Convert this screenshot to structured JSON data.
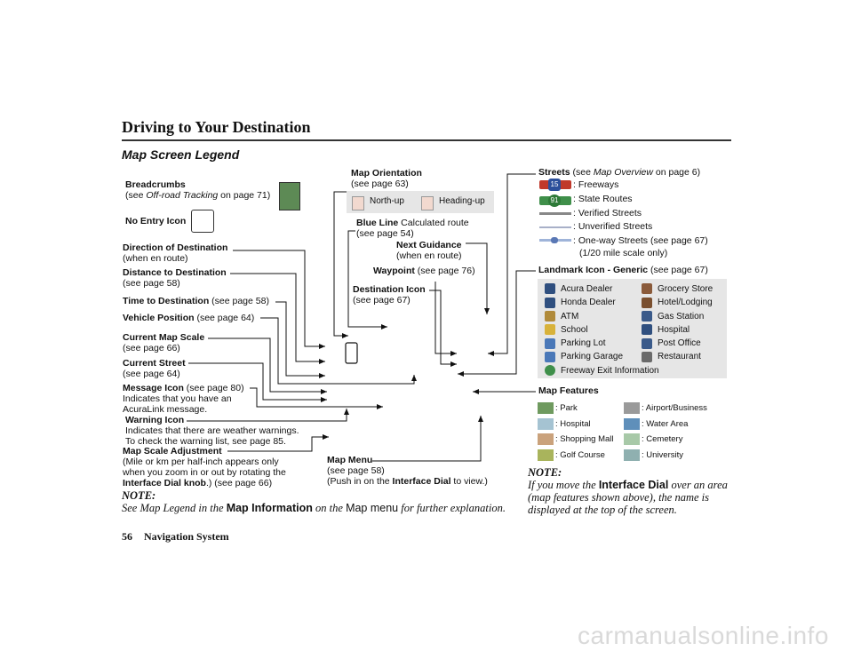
{
  "page": {
    "title": "Driving to Your Destination",
    "subtitle": "Map Screen Legend",
    "page_number": "56",
    "footer_title": "Navigation System",
    "watermark": "carmanualsonline.info"
  },
  "left_labels": {
    "breadcrumbs": {
      "bold": "Breadcrumbs",
      "pre": "(see ",
      "italic": "Off-road Tracking",
      "post": " on page 71)"
    },
    "no_entry": {
      "bold": "No Entry Icon"
    },
    "direction": {
      "bold": "Direction of Destination",
      "line2": "(when en route)"
    },
    "distance": {
      "bold": "Distance to Destination",
      "line2": "(see page 58)"
    },
    "time": {
      "bold": "Time to Destination",
      "rest": " (see page 58)"
    },
    "vehicle": {
      "bold": "Vehicle Position",
      "rest": " (see page 64)"
    },
    "scale": {
      "bold": "Current Map Scale",
      "line2": "(see page 66)"
    },
    "street": {
      "bold": "Current Street",
      "line2": "(see page 64)"
    },
    "message": {
      "bold": "Message Icon",
      "rest": " (see page 80)",
      "line2": "Indicates that you have an",
      "line3": "AcuraLink message."
    },
    "warning": {
      "bold": "Warning Icon",
      "line2": "Indicates that there are weather warnings.",
      "line3": "To check the warning list, see page 85."
    },
    "scale_adj": {
      "bold": "Map Scale Adjustment",
      "line2": "(Mile or km per half-inch appears only",
      "line3": "when you zoom in or out by rotating the",
      "line4_bold": "Interface Dial knob",
      "line4_rest": ".) (see page 66)"
    }
  },
  "center_labels": {
    "orientation": {
      "bold": "Map Orientation",
      "line2": "(see page 63)",
      "north": "North-up",
      "heading": "Heading-up"
    },
    "blue_line": {
      "bold": "Blue Line",
      "rest": " Calculated route",
      "line2": "(see page 54)"
    },
    "next_guidance": {
      "bold": "Next Guidance",
      "line2": "(when en route)"
    },
    "waypoint": {
      "bold": "Waypoint",
      "rest": " (see page 76)"
    },
    "destination": {
      "bold": "Destination Icon",
      "line2": "(see page 67)"
    },
    "map_menu": {
      "bold": "Map Menu",
      "line2": "(see page 58)",
      "line3_pre": "(Push in on the ",
      "line3_bold": "Interface Dial",
      "line3_post": " to view.)"
    }
  },
  "streets": {
    "bold": "Streets",
    "pre": " (see ",
    "italic": "Map Overview",
    "post": " on page 6)",
    "items": [
      ": Freeways",
      ": State Routes",
      ": Verified Streets",
      ": Unverified Streets",
      ": One-way Streets (see page 67)"
    ],
    "note": "(1/20 mile scale only)",
    "freeway_shield": "15",
    "state_shield": "91"
  },
  "landmarks": {
    "bold": "Landmark Icon - Generic",
    "rest": " (see page 67)",
    "left": [
      "Acura Dealer",
      "Honda Dealer",
      "ATM",
      "School",
      "Parking Lot",
      "Parking Garage",
      "Freeway Exit Information"
    ],
    "right": [
      "Grocery Store",
      "Hotel/Lodging",
      "Gas Station",
      "Hospital",
      "Post Office",
      "Restaurant"
    ]
  },
  "features": {
    "title": "Map Features",
    "left": [
      ": Park",
      ": Hospital",
      ": Shopping Mall",
      ": Golf Course"
    ],
    "right": [
      ": Airport/Business",
      ": Water Area",
      ": Cemetery",
      ": University"
    ],
    "left_colors": [
      "#6f9a5f",
      "#a5c3d2",
      "#caa27c",
      "#a9b45c"
    ],
    "right_colors": [
      "#9a9a9a",
      "#5f8fba",
      "#a8c9a8",
      "#8fb0b0"
    ]
  },
  "notes": {
    "left_title": "NOTE:",
    "left_pre": "See Map Legend in the ",
    "left_bold": "Map Information",
    "left_mid": " on the ",
    "left_plain": "Map menu",
    "left_post": " for further explanation.",
    "right_title": "NOTE:",
    "right_pre": "If you move the ",
    "right_bold": "Interface Dial",
    "right_post1": " over an area",
    "right_line2": "(map features shown above), the name is",
    "right_line3": "displayed at the top of the screen."
  }
}
